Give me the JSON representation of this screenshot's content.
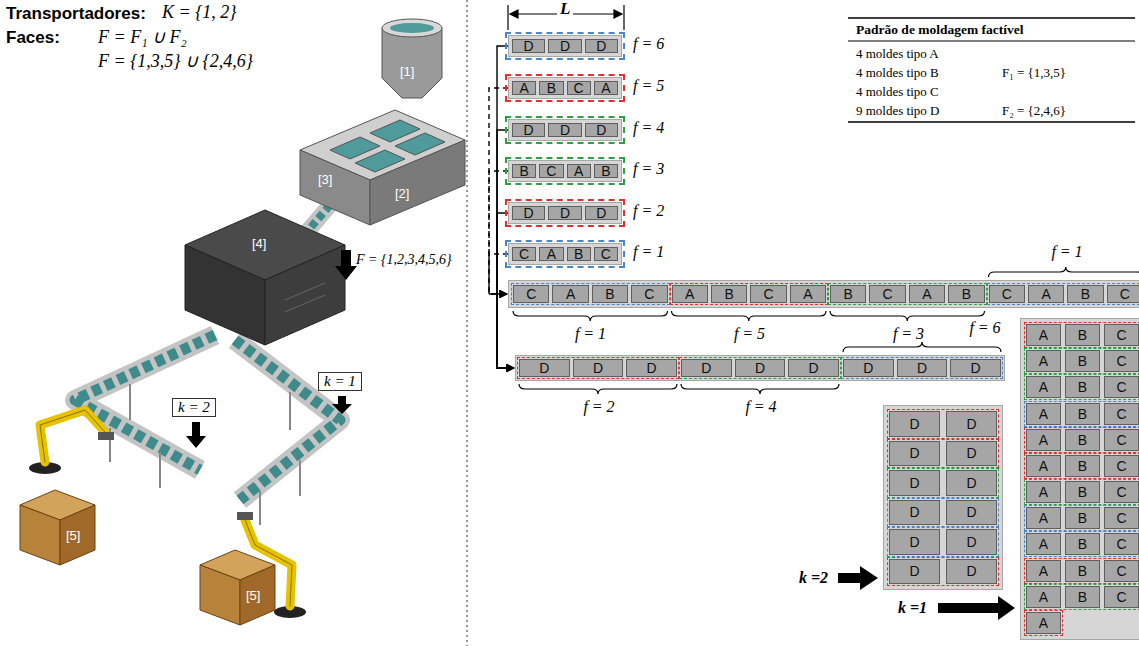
{
  "diagram": {
    "nodes": [
      {
        "text": [
          "f = 6"
        ]
      },
      {
        "text": [
          "D"
        ],
        "in": 0
      },
      {
        "text": [
          "D"
        ],
        "in": 0
      },
      {
        "text": [
          "D"
        ],
        "in": 0
      },
      {
        "text": [
          "f = 5"
        ]
      },
      {
        "text": [
          "A"
        ],
        "in": 4
      },
      {
        "text": [
          "B"
        ],
        "in": 4
      },
      {
        "text": [
          "C"
        ],
        "in": 4
      },
      {
        "text": [
          "A"
        ],
        "in": 4
      },
      {
        "text": [
          "f = 4"
        ]
      },
      {
        "text": [
          "D"
        ],
        "in": 9
      },
      {
        "text": [
          "D"
        ],
        "in": 9
      },
      {
        "text": [
          "D"
        ],
        "in": 9
      },
      {
        "text": [
          "f = 3"
        ]
      },
      {
        "text": [
          "B"
        ],
        "in": 13
      },
      {
        "text": [
          "C"
        ],
        "in": 13
      },
      {
        "text": [
          "A"
        ],
        "in": 13
      },
      {
        "text": [
          "B"
        ],
        "in": 13
      },
      {
        "text": [
          "f = 2"
        ]
      },
      {
        "text": [
          "D"
        ],
        "in": 18
      },
      {
        "text": [
          "D"
        ],
        "in": 18
      },
      {
        "text": [
          "D"
        ],
        "in": 18
      },
      {
        "text": [
          "f = 1"
        ]
      },
      {
        "text": [
          "C"
        ],
        "in": 22
      },
      {
        "text": [
          "A"
        ],
        "in": 22
      },
      {
        "text": [
          "B"
        ],
        "in": 22
      },
      {
        "text": [
          "C"
        ],
        "in": 22
      },
      {
        "text": [
          "f = 1",
          "f = 5",
          "f = 3",
          "f = 1"
        ]
      },
      {
        "text": [
          "C"
        ],
        "in": 27
      },
      {
        "text": [
          "A"
        ],
        "in": 27
      },
      {
        "text": [
          "B"
        ],
        "in": 27
      },
      {
        "text": [
          "C"
        ],
        "in": 27
      },
      {
        "text": [
          "A"
        ],
        "in": 27
      },
      {
        "text": [
          "B"
        ],
        "in": 27
      },
      {
        "text": [
          "C"
        ],
        "in": 27
      },
      {
        "text": [
          "A"
        ],
        "in": 27
      },
      {
        "text": [
          "B"
        ],
        "in": 27
      },
      {
        "text": [
          "C"
        ],
        "in": 27
      },
      {
        "text": [
          "A"
        ],
        "in": 27
      },
      {
        "text": [
          "B"
        ],
        "in": 27
      },
      {
        "text": [
          "C"
        ],
        "in": 27
      },
      {
        "text": [
          "A"
        ],
        "in": 27
      },
      {
        "text": [
          "B"
        ],
        "in": 27
      },
      {
        "text": [
          "C"
        ],
        "in": 27
      },
      {
        "text": [
          "f = 2",
          "f = 4",
          "f = 6"
        ]
      },
      {
        "text": [
          "D"
        ],
        "in": 44
      },
      {
        "text": [
          "D"
        ],
        "in": 44
      },
      {
        "text": [
          "D"
        ],
        "in": 44
      },
      {
        "text": [
          "D"
        ],
        "in": 44
      },
      {
        "text": [
          "D"
        ],
        "in": 44
      },
      {
        "text": [
          "D"
        ],
        "in": 44
      },
      {
        "text": [
          "D"
        ],
        "in": 44
      },
      {
        "text": [
          "D"
        ],
        "in": 44
      },
      {
        "text": [
          "D"
        ],
        "in": 44
      },
      {
        "text": [
          "k =2"
        ]
      },
      {
        "text": [
          "D"
        ],
        "in": 54
      },
      {
        "text": [
          "D"
        ],
        "in": 54
      },
      {
        "text": [
          "D"
        ],
        "in": 54
      },
      {
        "text": [
          "D"
        ],
        "in": 54
      },
      {
        "text": [
          "D"
        ],
        "in": 54
      },
      {
        "text": [
          "D"
        ],
        "in": 54
      },
      {
        "text": [
          "D"
        ],
        "in": 54
      },
      {
        "text": [
          "D"
        ],
        "in": 54
      },
      {
        "text": [
          "D"
        ],
        "in": 54
      },
      {
        "text": [
          "D"
        ],
        "in": 54
      },
      {
        "text": [
          "D"
        ],
        "in": 54
      },
      {
        "text": [
          "D"
        ],
        "in": 54
      },
      {
        "text": [
          "k =1"
        ]
      },
      {
        "text": [
          "A"
        ],
        "in": 67
      },
      {
        "text": [
          "B"
        ],
        "in": 67
      },
      {
        "text": [
          "C"
        ],
        "in": 67
      },
      {
        "text": [
          "A"
        ],
        "in": 67
      },
      {
        "text": [
          "B"
        ],
        "in": 67
      },
      {
        "text": [
          "C"
        ],
        "in": 67
      },
      {
        "text": [
          "A"
        ],
        "in": 67
      },
      {
        "text": [
          "B"
        ],
        "in": 67
      },
      {
        "text": [
          "C"
        ],
        "in": 67
      },
      {
        "text": [
          "A"
        ],
        "in": 67
      },
      {
        "text": [
          "B"
        ],
        "in": 67
      },
      {
        "text": [
          "C"
        ],
        "in": 67
      },
      {
        "text": [
          "A"
        ],
        "in": 67
      },
      {
        "text": [
          "B"
        ],
        "in": 67
      },
      {
        "text": [
          "C"
        ],
        "in": 67
      },
      {
        "text": [
          "A"
        ],
        "in": 67
      },
      {
        "text": [
          "B"
        ],
        "in": 67
      },
      {
        "text": [
          "C"
        ],
        "in": 67
      },
      {
        "text": [
          "A"
        ],
        "in": 67
      },
      {
        "text": [
          "B"
        ],
        "in": 67
      },
      {
        "text": [
          "C"
        ],
        "in": 67
      },
      {
        "text": [
          "A"
        ],
        "in": 67
      },
      {
        "text": [
          "B"
        ],
        "in": 67
      },
      {
        "text": [
          "C"
        ],
        "in": 67
      },
      {
        "text": [
          "A"
        ],
        "in": 67
      },
      {
        "text": [
          "B"
        ],
        "in": 67
      },
      {
        "text": [
          "C"
        ],
        "in": 67
      },
      {
        "text": [
          "A"
        ],
        "in": 67
      },
      {
        "text": [
          "B"
        ],
        "in": 67
      },
      {
        "text": [
          "C"
        ],
        "in": 67
      },
      {
        "text": [
          "A"
        ],
        "in": 67
      },
      {
        "text": [
          "B"
        ],
        "in": 67
      },
      {
        "text": [
          "C"
        ],
        "in": 67
      },
      {
        "text": [
          "A"
        ],
        "in": 67
      }
    ],
    "edges": [
      {
        "from": 0,
        "to": 44,
        "arrow": "to"
      },
      {
        "from": 9,
        "to": 44,
        "arrow": "to"
      },
      {
        "from": 18,
        "to": 44,
        "arrow": "to"
      },
      {
        "from": 4,
        "to": 27,
        "arrow": "to"
      },
      {
        "from": 13,
        "to": 27,
        "arrow": "to"
      },
      {
        "from": 22,
        "to": 27,
        "arrow": "to"
      }
    ],
    "labels": [
      "Transportadores:",
      "K = {1, 2}",
      "Faces:",
      "F = F₁ ∪ F₂",
      "F = {1,3,5} ∪ {2,4,6}",
      "[1]",
      "[2]",
      "[3]",
      "[4]",
      "F = {1,2,3,4,5,6}",
      "k = 2",
      "k = 1",
      "[5]",
      "[5]",
      "L",
      "Padrão de moldagem factível",
      "4 moldes tipo A",
      "4 moldes tipo B",
      "4 moldes tipo C",
      "9 moldes tipo D",
      "F₁ = {1,3,5}",
      "F₂ = {2,4,6}"
    ]
  }
}
